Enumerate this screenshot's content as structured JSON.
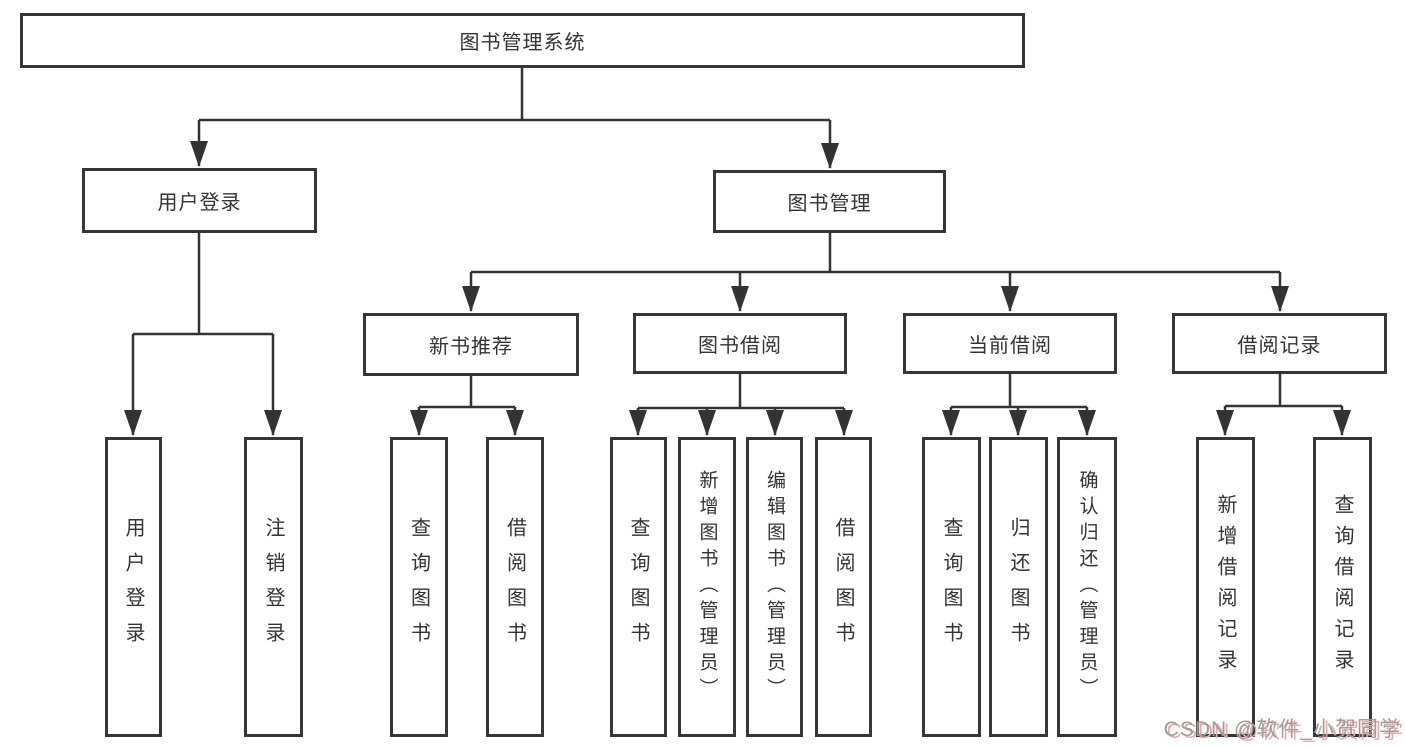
{
  "diagram": {
    "type": "hierarchy-tree",
    "title": "图书管理系统",
    "colors": {
      "background": "#ffffff",
      "line": "#333333",
      "box_border": "#363636",
      "box_fill": "#ffffff",
      "text": "#333333",
      "watermark_gray": "#9c9c9c",
      "watermark_red_shadow": "#e8aba4"
    }
  },
  "nodes": {
    "root": {
      "label": "图书管理系统",
      "level": 0
    },
    "user_login": {
      "label": "用户登录",
      "level": 1,
      "parent": "root"
    },
    "book_mgmt": {
      "label": "图书管理",
      "level": 1,
      "parent": "root"
    },
    "new_book_rec": {
      "label": "新书推荐",
      "level": 2,
      "parent": "book_mgmt"
    },
    "book_borrow": {
      "label": "图书借阅",
      "level": 2,
      "parent": "book_mgmt"
    },
    "current_borrow": {
      "label": "当前借阅",
      "level": 2,
      "parent": "book_mgmt"
    },
    "borrow_records": {
      "label": "借阅记录",
      "level": 2,
      "parent": "book_mgmt"
    },
    "leaf_login": {
      "label": "用户登录",
      "level": 3,
      "parent": "user_login"
    },
    "leaf_logout": {
      "label": "注销登录",
      "level": 3,
      "parent": "user_login"
    },
    "leaf_nb_query": {
      "label": "查询图书",
      "level": 3,
      "parent": "new_book_rec"
    },
    "leaf_nb_borrow": {
      "label": "借阅图书",
      "level": 3,
      "parent": "new_book_rec"
    },
    "leaf_bb_query": {
      "label": "查询图书",
      "level": 3,
      "parent": "book_borrow"
    },
    "leaf_bb_add": {
      "label": "新增图书（管理员）",
      "level": 3,
      "parent": "book_borrow"
    },
    "leaf_bb_edit": {
      "label": "编辑图书（管理员）",
      "level": 3,
      "parent": "book_borrow"
    },
    "leaf_bb_borrow": {
      "label": "借阅图书",
      "level": 3,
      "parent": "book_borrow"
    },
    "leaf_cb_query": {
      "label": "查询图书",
      "level": 3,
      "parent": "current_borrow"
    },
    "leaf_cb_return": {
      "label": "归还图书",
      "level": 3,
      "parent": "current_borrow"
    },
    "leaf_cb_confirm": {
      "label": "确认归还（管理员）",
      "level": 3,
      "parent": "current_borrow"
    },
    "leaf_br_add": {
      "label": "新增借阅记录",
      "level": 3,
      "parent": "borrow_records"
    },
    "leaf_br_query": {
      "label": "查询借阅记录",
      "level": 3,
      "parent": "borrow_records"
    }
  },
  "watermark": {
    "text": "CSDN @软件_小贺同学"
  }
}
